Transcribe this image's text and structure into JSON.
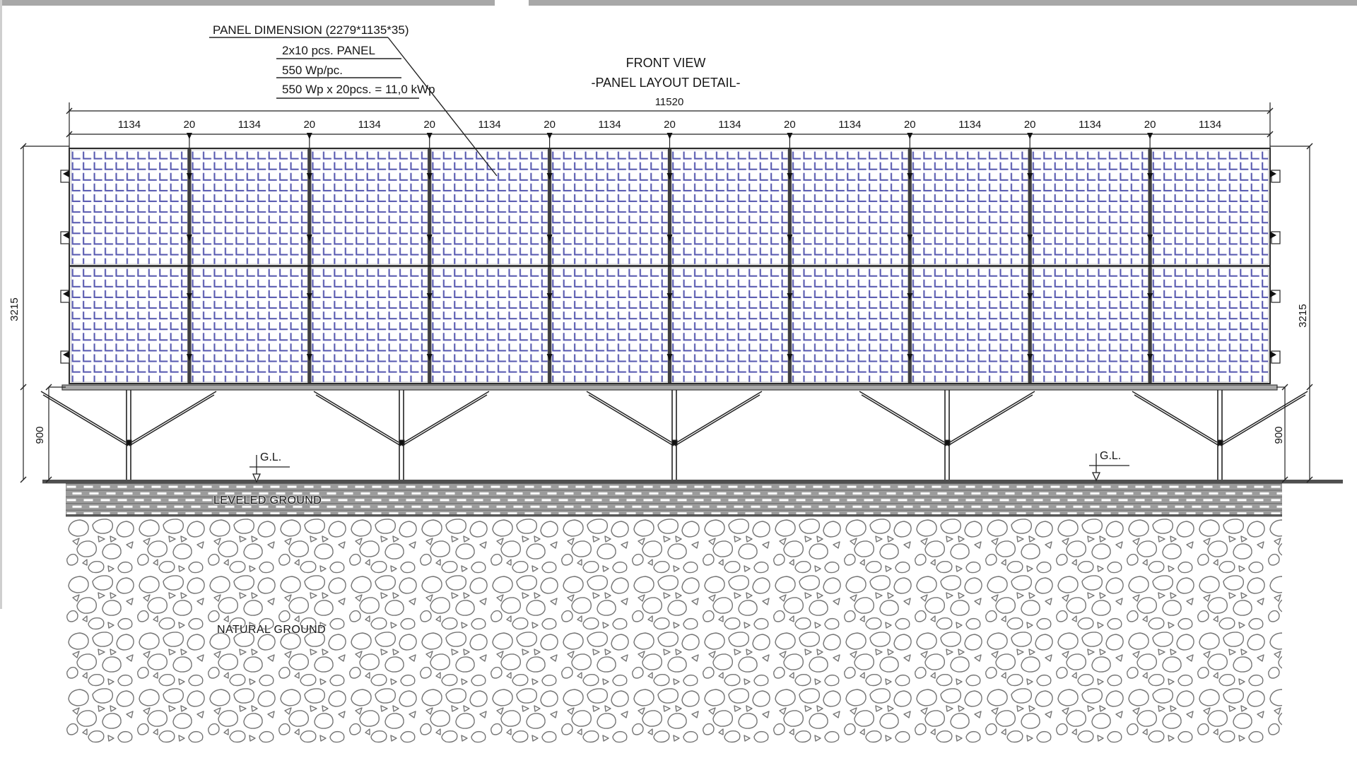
{
  "drawing": {
    "notes": {
      "lines": [
        "PANEL DIMENSION (2279*1135*35)",
        "2x10 pcs. PANEL",
        "550 Wp/pc.",
        "550 Wp x 20pcs. = 11,0 kWp"
      ]
    },
    "title": {
      "line1": "FRONT VIEW",
      "line2": "-PANEL LAYOUT DETAIL-"
    },
    "dimensions": {
      "overall_width": "11520",
      "panel_width": "1134",
      "panel_gap": "20",
      "side_height": "3215",
      "clearance_height": "900"
    },
    "labels": {
      "ground_level": "G.L.",
      "leveled_ground": "LEVELED GROUND",
      "natural_ground": "NATURAL GROUND"
    },
    "colors": {
      "cell_blue": "#585ab0",
      "line_dark": "#222222",
      "ground_gray": "#9c9c9c"
    }
  }
}
